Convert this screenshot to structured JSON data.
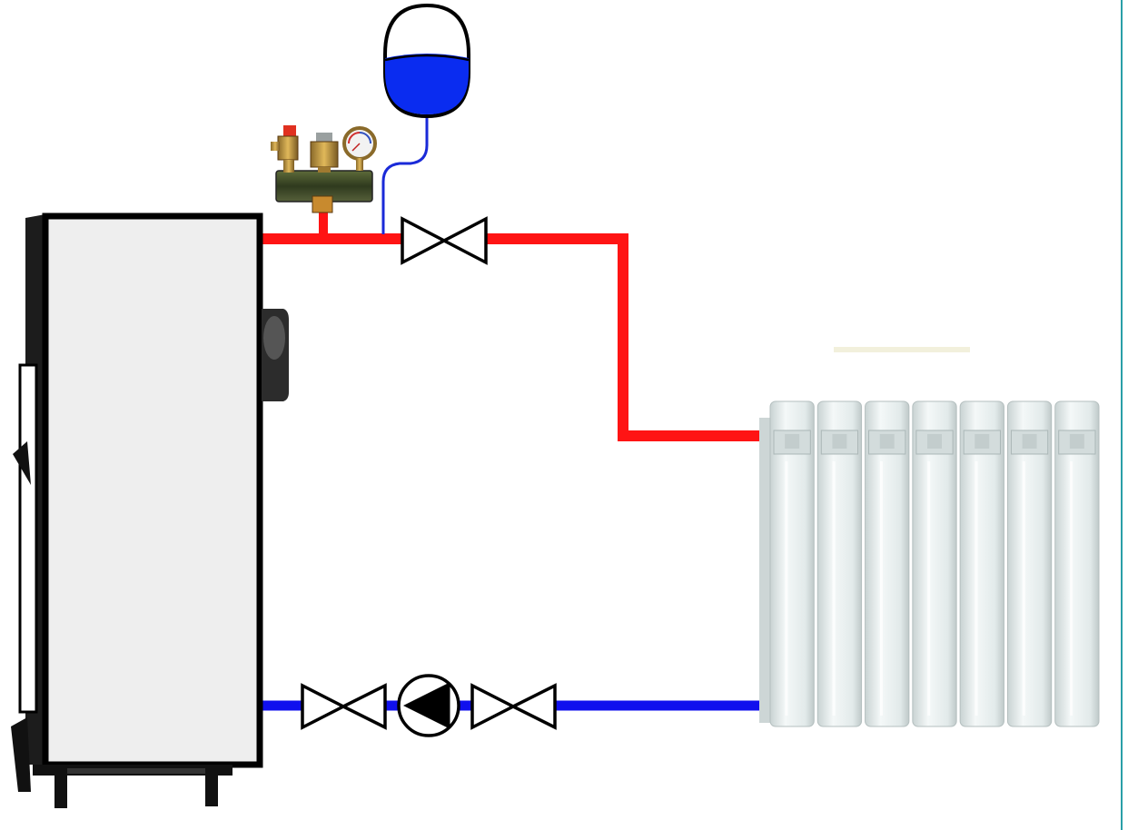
{
  "diagram": {
    "kind": "heating-circuit",
    "components": [
      {
        "id": "boiler",
        "icon": "boiler-icon"
      },
      {
        "id": "safety-group",
        "icon": "safety-group-icon",
        "parts": [
          "safety-valve-icon",
          "air-vent-icon",
          "pressure-gauge-icon"
        ]
      },
      {
        "id": "expansion-tank",
        "icon": "expansion-tank-icon"
      },
      {
        "id": "supply-valve",
        "icon": "valve-icon"
      },
      {
        "id": "return-valve-1",
        "icon": "valve-icon"
      },
      {
        "id": "circulation-pump",
        "icon": "pump-icon"
      },
      {
        "id": "return-valve-2",
        "icon": "valve-icon"
      },
      {
        "id": "radiator",
        "icon": "radiator-icon",
        "sections": 7
      }
    ],
    "colors": {
      "supply": "#ff1414",
      "return": "#1010ee",
      "tank": "#0a2cf0",
      "outline": "#000000",
      "boiler_body": "#eeeeee",
      "radiator": "#e6eeee",
      "accent_edge": "#2a9fa8"
    }
  }
}
